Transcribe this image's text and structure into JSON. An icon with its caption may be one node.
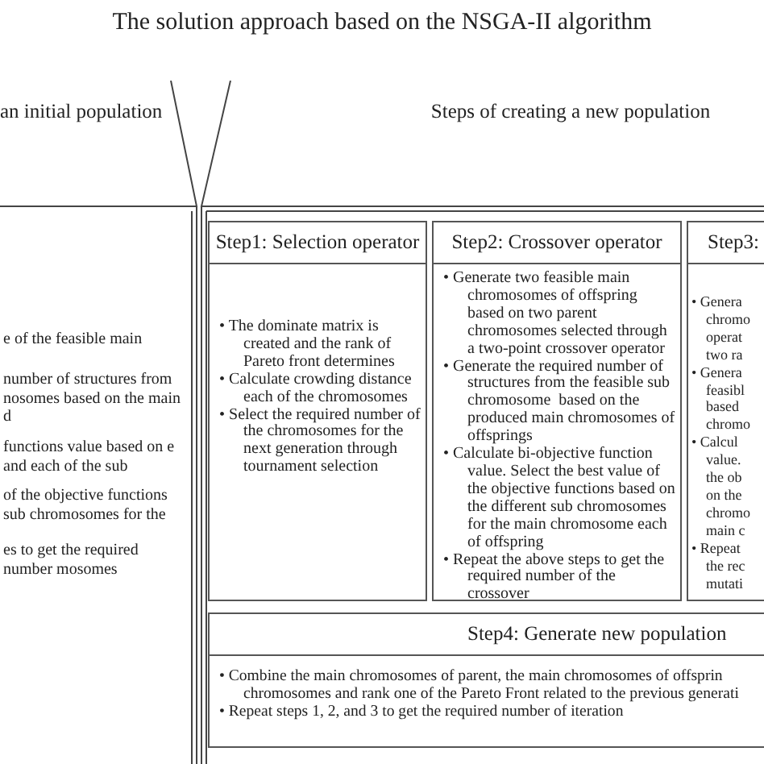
{
  "diagram": {
    "title": "The solution approach based on the NSGA-II algorithm",
    "nodes": [
      {
        "text": [
          "an initial population",
          "e of the feasible main",
          "number of structures from nosomes based on the main d",
          "functions value based on e and each of the sub",
          "of the objective functions sub chromosomes for the",
          "es to get the required number mosomes"
        ]
      },
      {
        "text": [
          "Steps of creating a new population"
        ]
      },
      {
        "text": [
          "Step1: Selection operator",
          "• The dominate matrix is created and the rank of Pareto front determines",
          "• Calculate crowding distance each of the chromosomes",
          "• Select the required number of the chromosomes for the next generation through tournament selection"
        ],
        "in": 1
      },
      {
        "text": [
          "Step2: Crossover operator",
          "• Generate two feasible main chromosomes of offspring based on two parent chromosomes selected through a two-point crossover operator",
          "• Generate the required number of structures from the feasible sub chromosome  based on the produced main chromosomes of offsprings",
          "• Calculate bi-objective function value. Select the best value of the objective functions based on the different sub chromosomes for the main chromosome each of offspring",
          "• Repeat the above steps to get the required number of the crossover"
        ],
        "in": 1
      },
      {
        "text": [
          "Step3:",
          "• Genera chromo operat two ra",
          "• Genera feasibl based chromo",
          "• Calcul value. the ob on the chromo main c",
          "• Repeat the rec mutati"
        ],
        "in": 1
      },
      {
        "text": [
          "Step4: Generate new population",
          "• Combine the main chromosomes of parent, the main chromosomes of offsprin chromosomes and rank one of the Pareto Front related to the previous generati",
          "• Repeat steps 1, 2, and 3 to get the required number of iteration"
        ],
        "in": 1
      }
    ]
  }
}
